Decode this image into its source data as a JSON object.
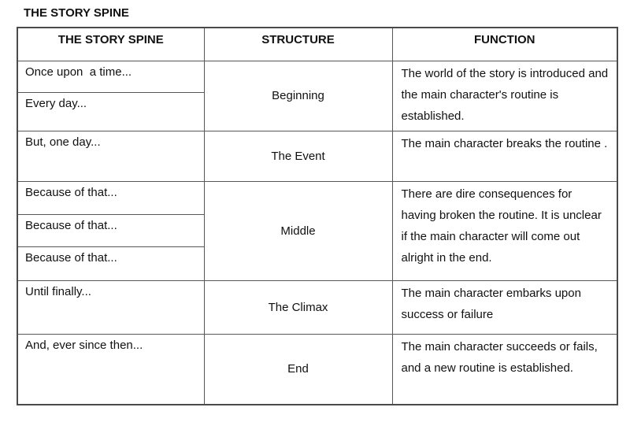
{
  "page_title": "THE STORY SPINE",
  "table": {
    "header": {
      "spine": "THE STORY SPINE",
      "structure": "STRUCTURE",
      "function": "FUNCTION"
    },
    "spine_cells": [
      "Once upon  a time...",
      "Every day...",
      "But, one day...",
      "Because of that...",
      "Because of that...",
      "Because of that...",
      "Until finally...",
      "And, ever since then..."
    ],
    "sections": [
      {
        "structure": "Beginning",
        "function": "The world of the story is introduced and the main character's routine is established."
      },
      {
        "structure": "The Event",
        "function": "The main character breaks the routine ."
      },
      {
        "structure": "Middle",
        "function": "There are dire consequences for having broken the routine. It is unclear if the main character will come out alright in the end."
      },
      {
        "structure": "The Climax",
        "function": "The main character embarks upon success or failure"
      },
      {
        "structure": "End",
        "function": "The main character succeeds or fails, and a new routine is established."
      }
    ]
  }
}
